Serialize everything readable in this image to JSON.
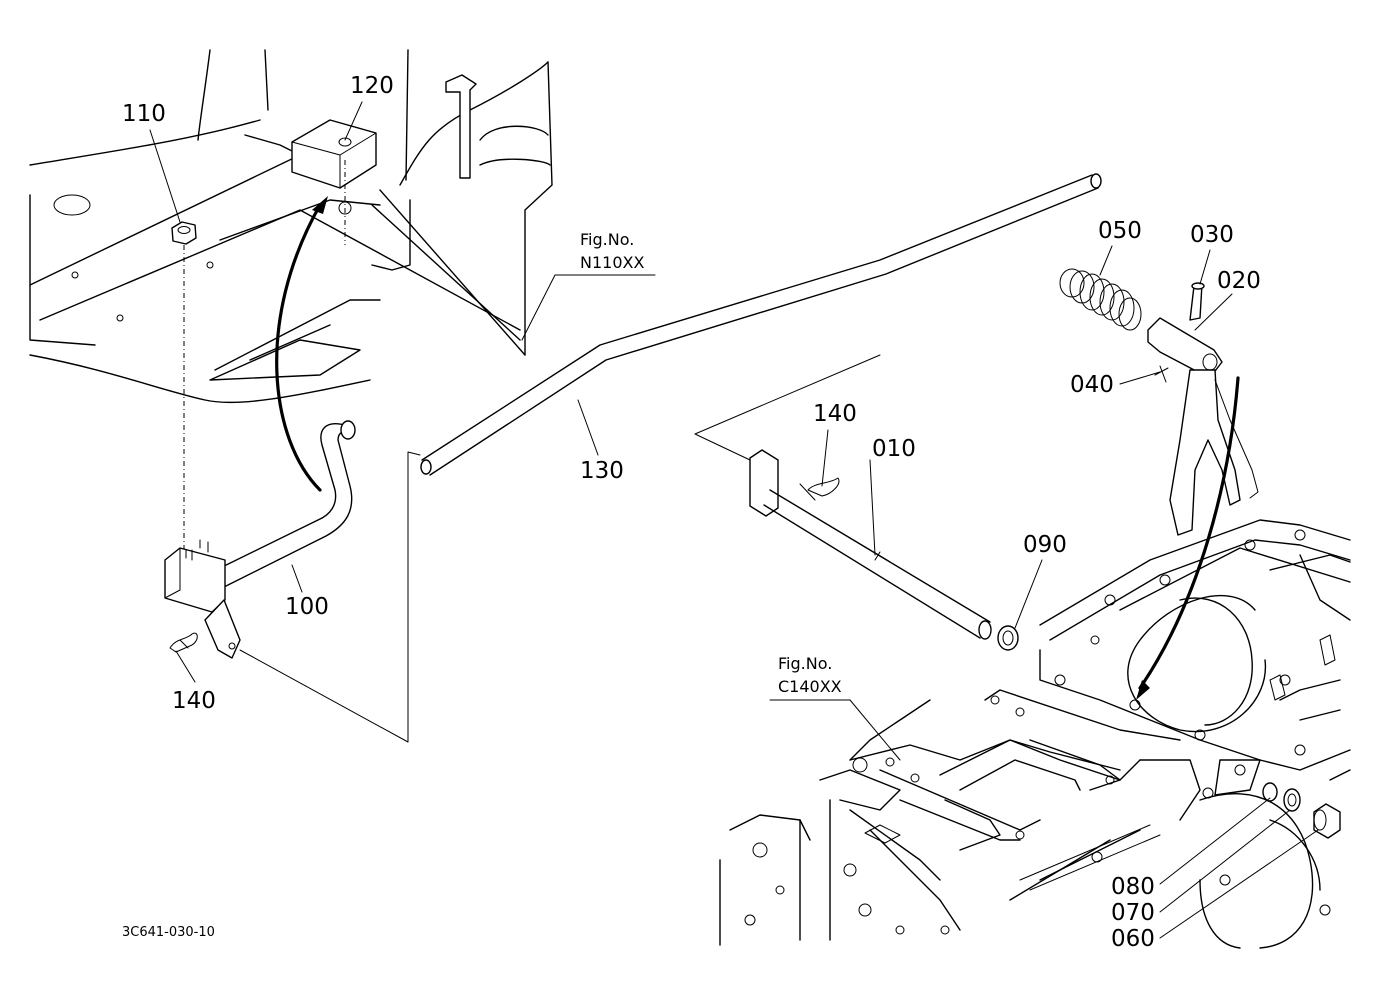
{
  "diagram": {
    "part_labels": [
      {
        "id": "p110",
        "text": "110"
      },
      {
        "id": "p120",
        "text": "120"
      },
      {
        "id": "p100",
        "text": "100"
      },
      {
        "id": "p140a",
        "text": "140"
      },
      {
        "id": "p130",
        "text": "130"
      },
      {
        "id": "p140b",
        "text": "140"
      },
      {
        "id": "p010",
        "text": "010"
      },
      {
        "id": "p050",
        "text": "050"
      },
      {
        "id": "p030",
        "text": "030"
      },
      {
        "id": "p020",
        "text": "020"
      },
      {
        "id": "p040",
        "text": "040"
      },
      {
        "id": "p090",
        "text": "090"
      },
      {
        "id": "p080",
        "text": "080"
      },
      {
        "id": "p070",
        "text": "070"
      },
      {
        "id": "p060",
        "text": "060"
      }
    ],
    "figure_refs": [
      {
        "id": "n110",
        "prefix": "Fig.No.",
        "code": "N110XX"
      },
      {
        "id": "c140",
        "prefix": "Fig.No.",
        "code": "C140XX"
      }
    ],
    "drawing_code": "3C641-030-10"
  }
}
